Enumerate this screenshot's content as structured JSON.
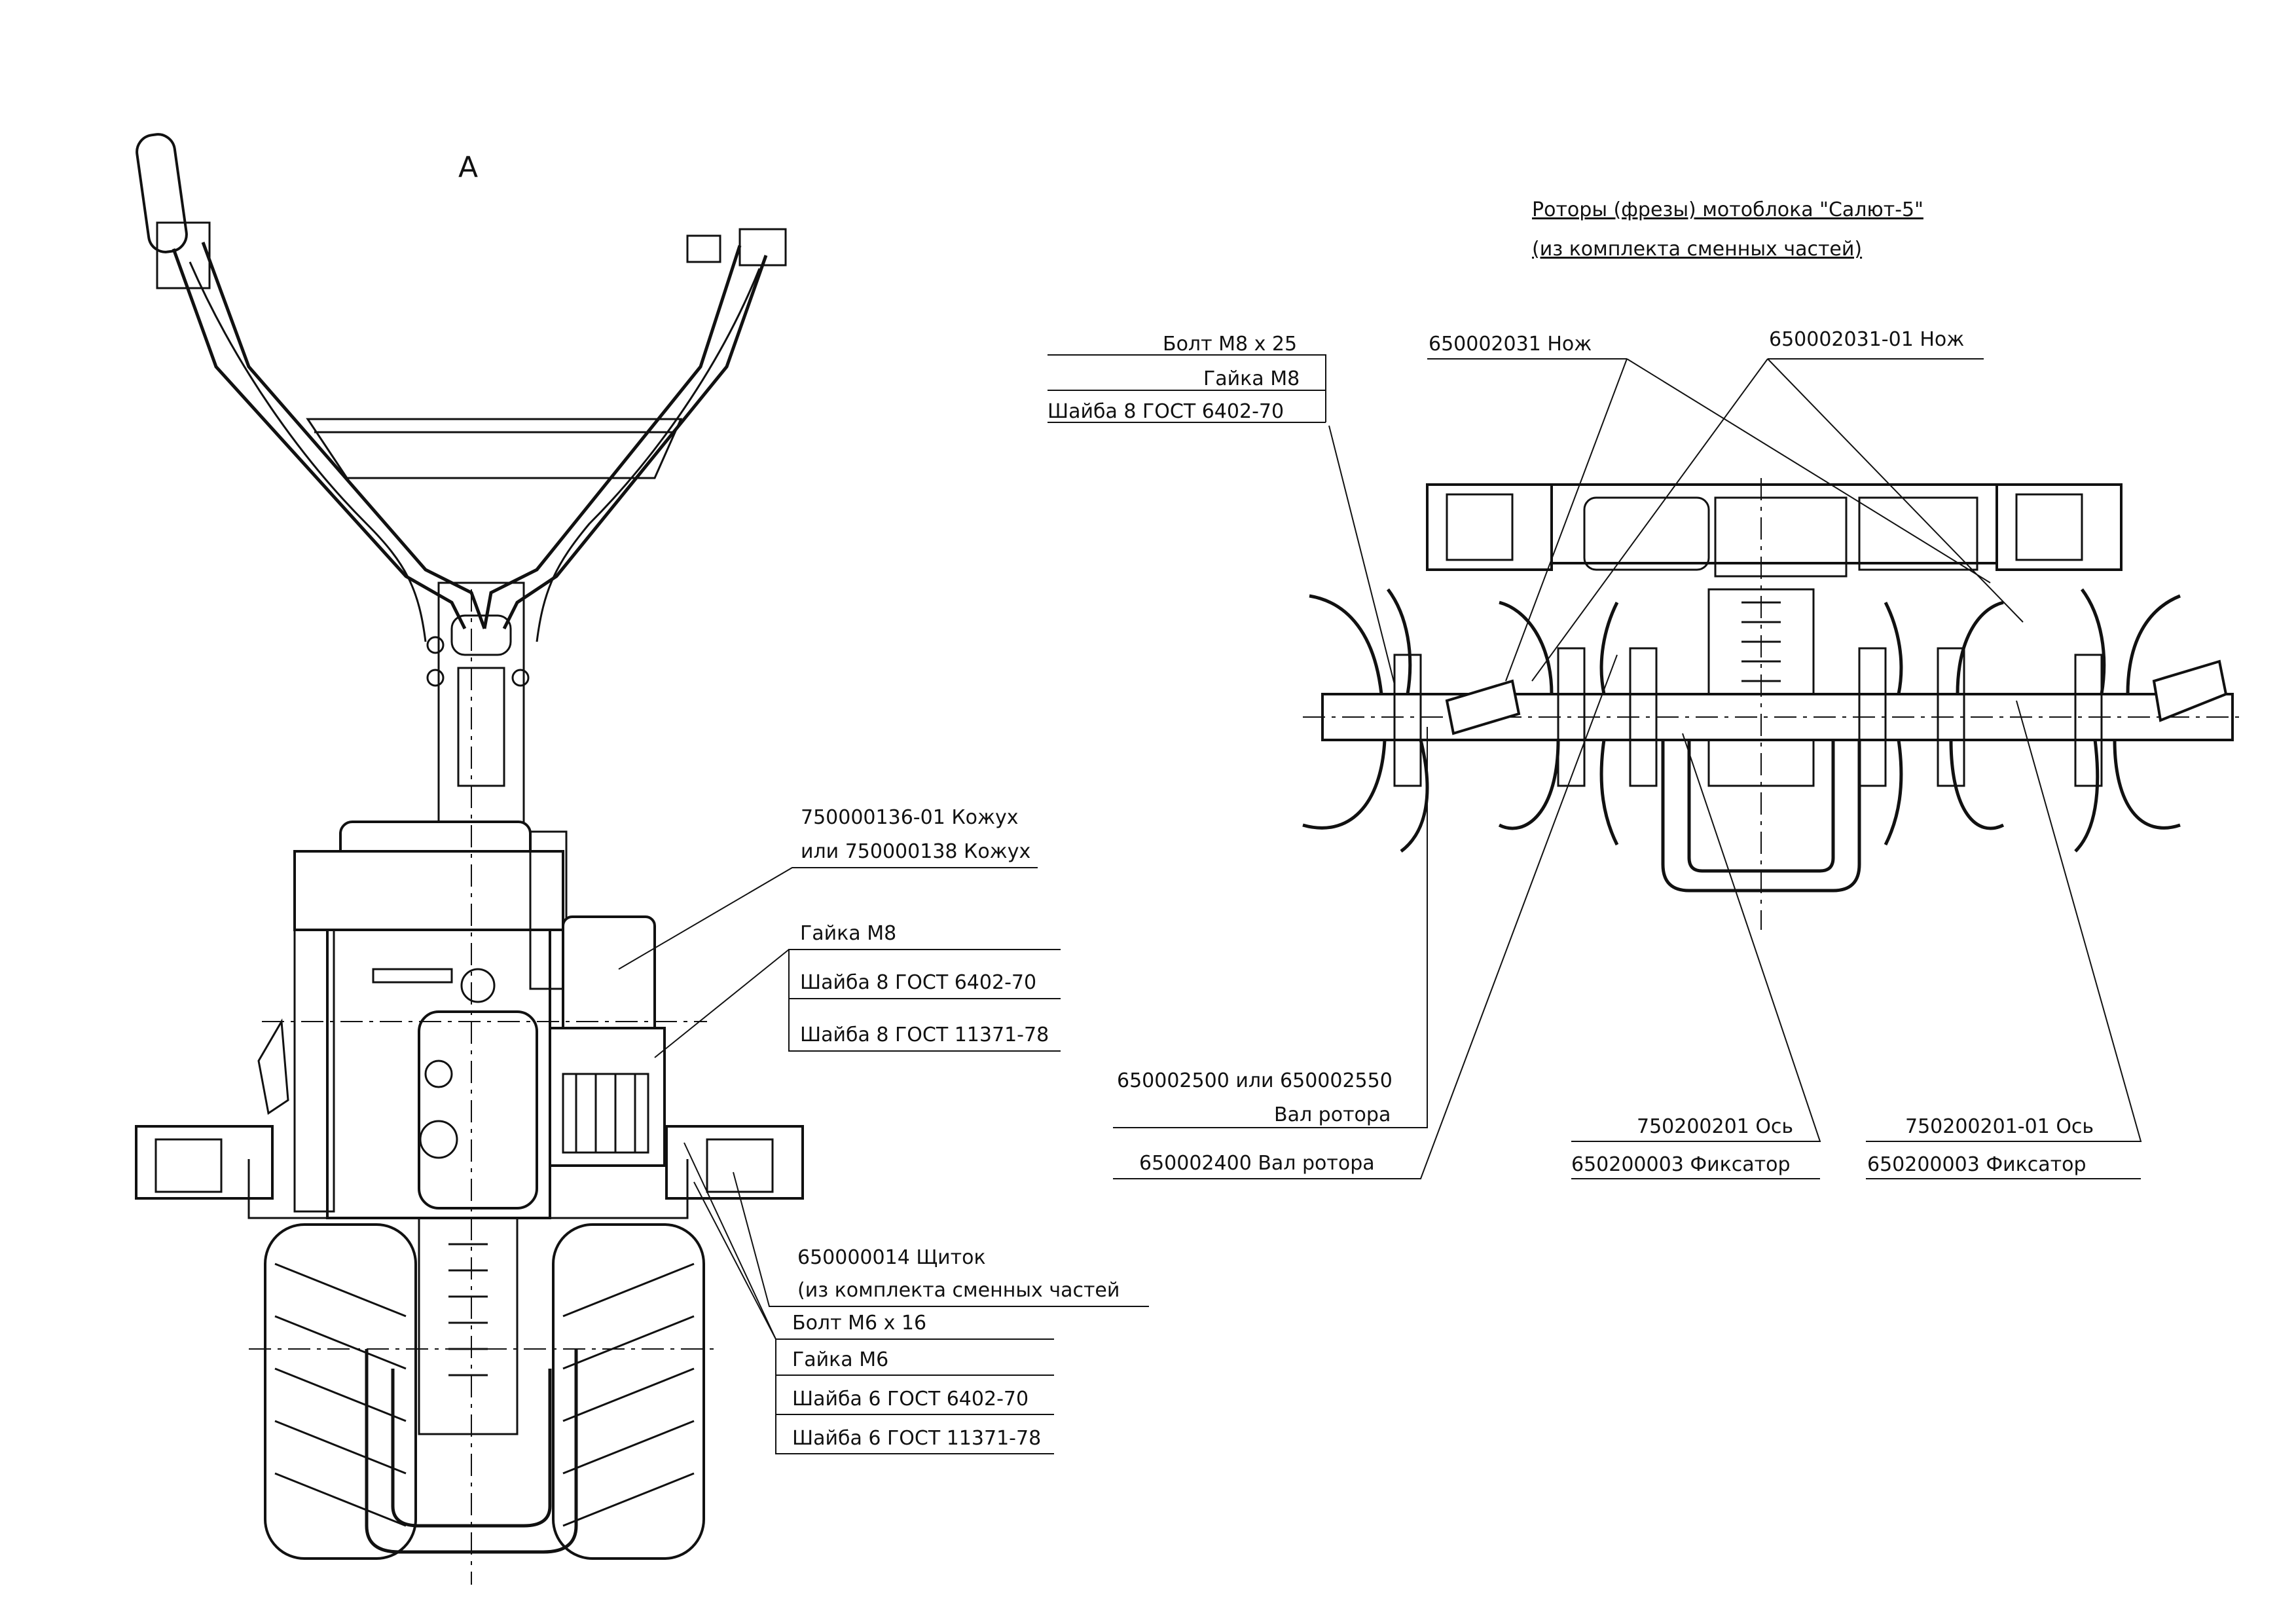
{
  "view_label": "A",
  "left_assembly": {
    "cover": [
      "750000136-01 Кожух",
      "или 750000138 Кожух"
    ],
    "cover_fasteners": [
      "Гайка М8",
      "Шайба 8 ГОСТ 6402-70",
      "Шайба 8 ГОСТ 11371-78"
    ],
    "shield": [
      "650000014  Щиток",
      "(из комплекта сменных частей"
    ],
    "shield_fasteners": [
      "Болт М6 х 16",
      "Гайка М6",
      "Шайба 6 ГОСТ 6402-70",
      "Шайба 6 ГОСТ 11371-78"
    ]
  },
  "right_assembly": {
    "title": [
      "Роторы (фрезы) мотоблока \"Салют-5\"",
      "(из комплекта сменных частей)"
    ],
    "fasteners": [
      "Болт М8 х 25",
      "Гайка М8",
      "Шайба 8 ГОСТ 6402-70"
    ],
    "knife": "650002031  Нож",
    "knife_alt": "650002031-01  Нож",
    "rotor_shaft": [
      "650002500 или 650002550",
      "Вал ротора"
    ],
    "rotor_shaft_alt": "650002400 Вал ротора",
    "axle": [
      "750200201  Ось",
      "650200003  Фиксатор"
    ],
    "axle_alt": [
      "750200201-01  Ось",
      "650200003  Фиксатор"
    ]
  }
}
